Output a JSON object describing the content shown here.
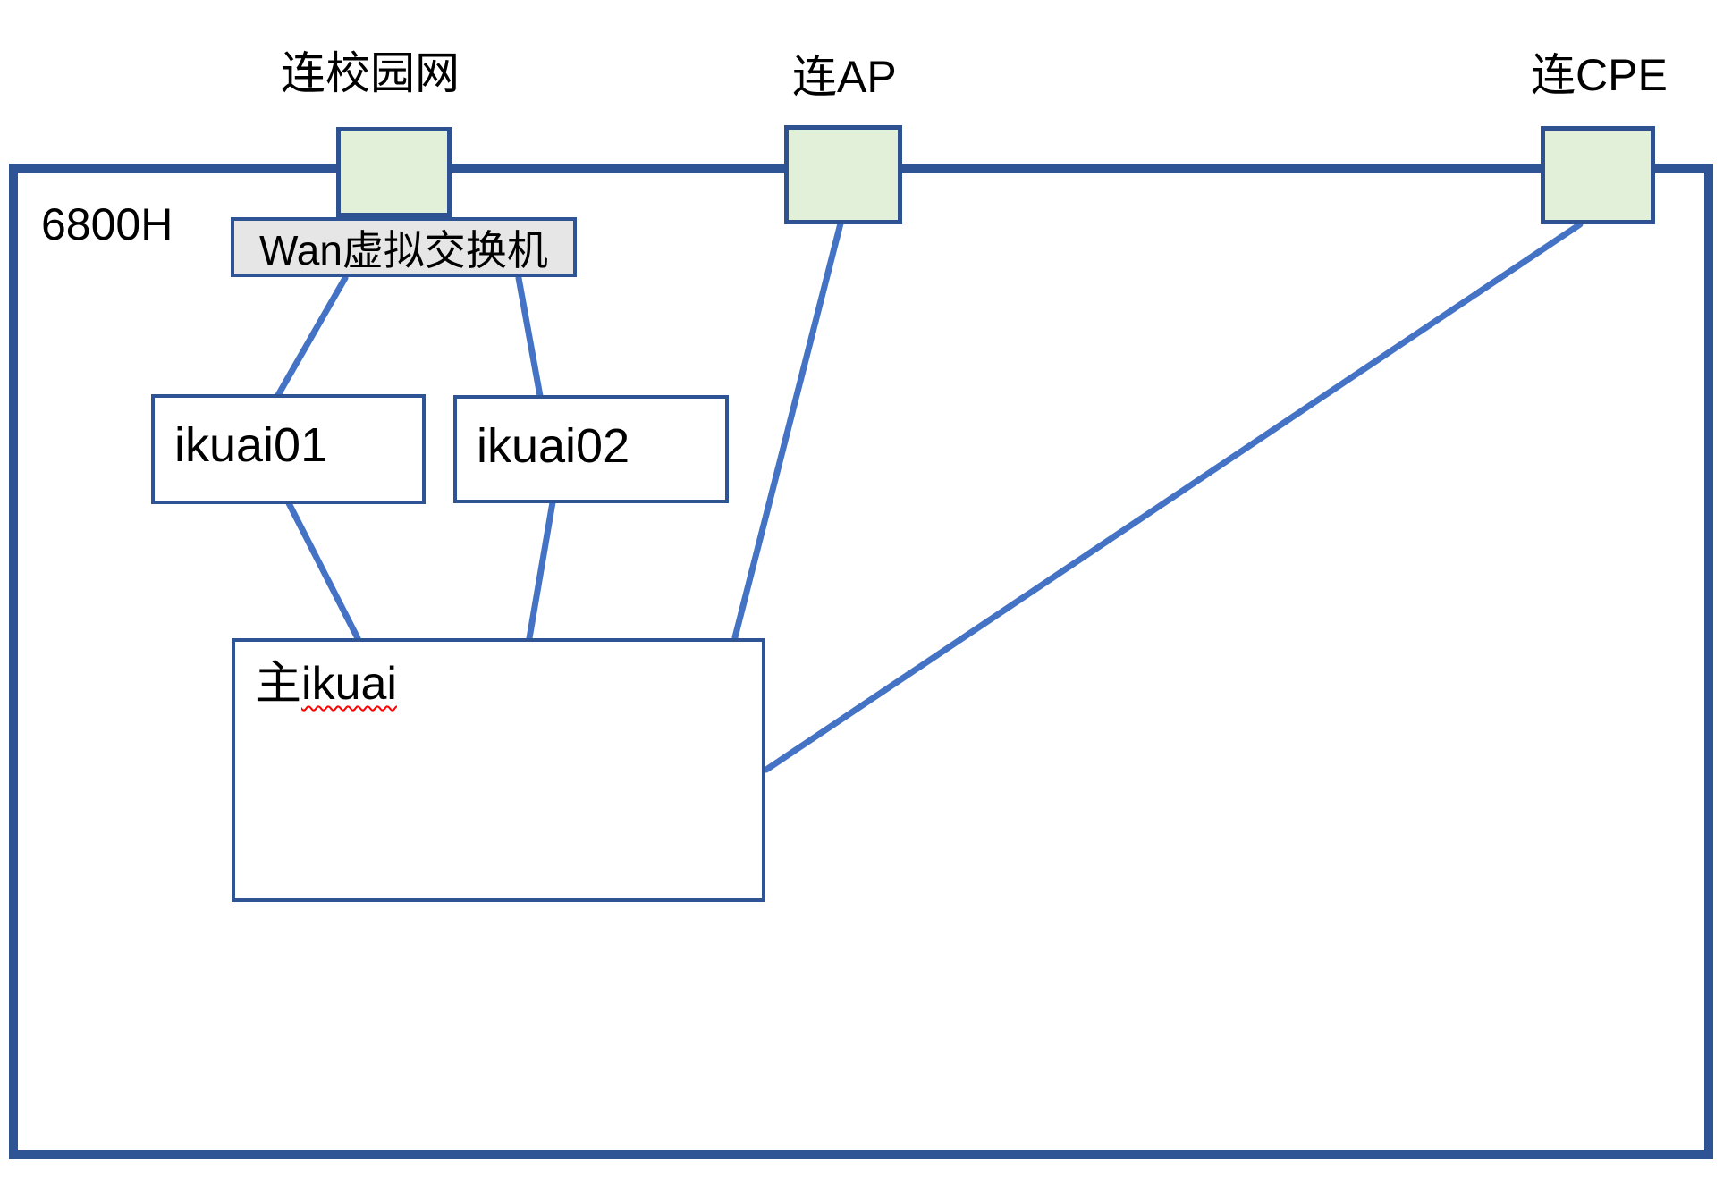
{
  "device": {
    "model_label": "6800H"
  },
  "external_links": [
    {
      "id": "campus",
      "label": "连校园网"
    },
    {
      "id": "ap",
      "label": "连AP"
    },
    {
      "id": "cpe",
      "label": "连CPE"
    }
  ],
  "nodes": {
    "wan_switch": {
      "label": "Wan虚拟交换机"
    },
    "ikuai01": {
      "label": "ikuai01"
    },
    "ikuai02": {
      "label": "ikuai02"
    },
    "main_ikuai": {
      "prefix": "主",
      "name": "ikuai"
    }
  },
  "connections": [
    {
      "from": "wan_switch",
      "to": "ikuai01"
    },
    {
      "from": "wan_switch",
      "to": "ikuai02"
    },
    {
      "from": "ikuai01",
      "to": "main_ikuai"
    },
    {
      "from": "ikuai02",
      "to": "main_ikuai"
    },
    {
      "from": "port_ap",
      "to": "main_ikuai"
    },
    {
      "from": "port_cpe",
      "to": "main_ikuai"
    }
  ],
  "colors": {
    "boundary_border": "#2F5496",
    "connector": "#4472C4",
    "port_fill": "#E2EFD9",
    "port_border": "#2E5291",
    "switch_fill": "#E7E6E6",
    "node_border": "#2F5496",
    "text": "#000000",
    "spellcheck_underline": "#FF0000"
  }
}
